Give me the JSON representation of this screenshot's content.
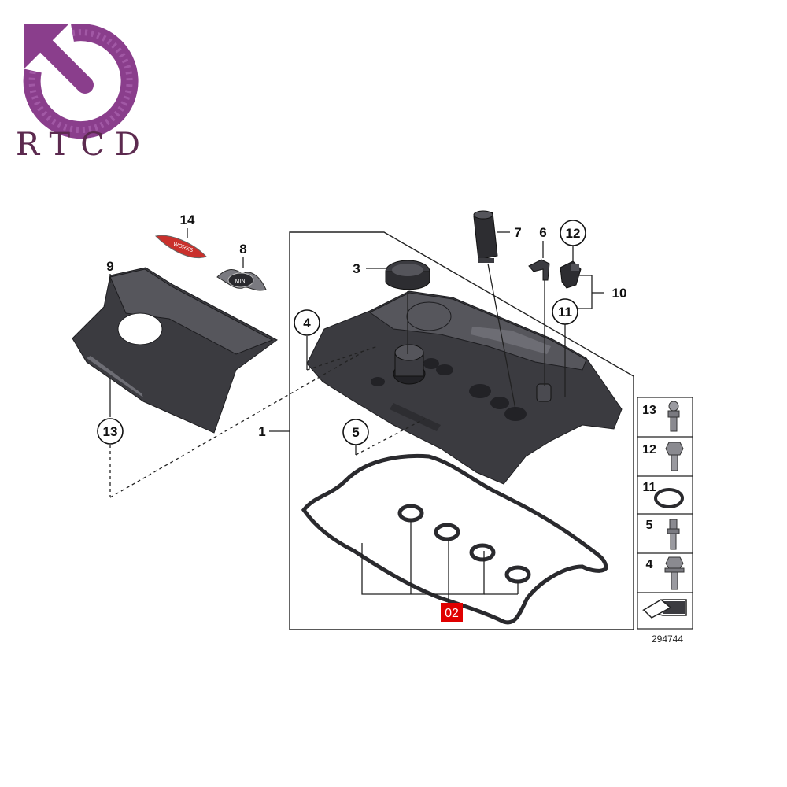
{
  "logo": {
    "letters": "RTCD",
    "color": "#8a3e8c"
  },
  "diagram_number": "294744",
  "highlight": {
    "label": "02",
    "color": "#e00000"
  },
  "callouts": {
    "c1": "1",
    "c3": "3",
    "c4": "4",
    "c5": "5",
    "c6": "6",
    "c7": "7",
    "c8": "8",
    "c9": "9",
    "c10": "10",
    "c11": "11",
    "c12": "12",
    "c13": "13",
    "c14": "14"
  },
  "badge_text": {
    "emblem": "MINI",
    "works_badge": "WORKS"
  },
  "legend": [
    {
      "num": "13",
      "icon": "ball-stud-icon"
    },
    {
      "num": "12",
      "icon": "hex-bolt-icon"
    },
    {
      "num": "11",
      "icon": "o-ring-icon"
    },
    {
      "num": "5",
      "icon": "stud-bolt-icon"
    },
    {
      "num": "4",
      "icon": "flange-bolt-icon"
    }
  ],
  "icons": {
    "legend_bottom": "pointer-arrow-icon",
    "logo": "rotate-arrow-logo-icon"
  }
}
